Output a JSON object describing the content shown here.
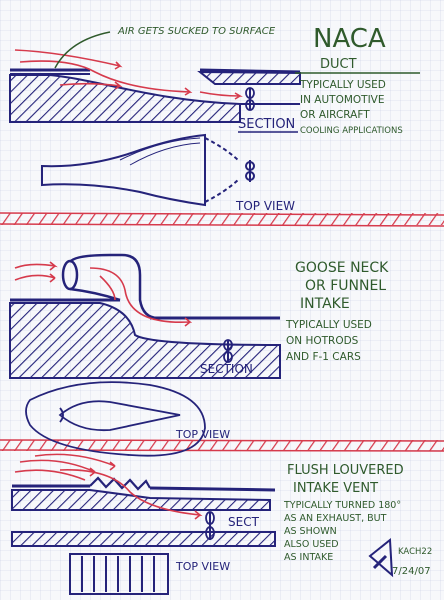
{
  "sections": {
    "naca": {
      "title_line1": "NACA",
      "title_line2": "DUCT",
      "note": "AIR GETS SUCKED TO SURFACE",
      "usage_l1": "TYPICALLY USED",
      "usage_l2": "IN AUTOMOTIVE",
      "usage_l3": "OR AIRCRAFT",
      "usage_l4": "COOLING APPLICATIONS",
      "section_label": "SECTION",
      "topview_label": "TOP VIEW"
    },
    "gooseneck": {
      "title_l1": "GOOSE NECK",
      "title_l2": "OR FUNNEL",
      "title_l3": "INTAKE",
      "usage_l1": "TYPICALLY USED",
      "usage_l2": "ON HOTRODS",
      "usage_l3": "AND F-1 CARS",
      "section_label": "SECTION",
      "topview_label": "TOP VIEW"
    },
    "louvered": {
      "title_l1": "FLUSH LOUVERED",
      "title_l2": "INTAKE VENT",
      "usage_l1": "TYPICALLY TURNED 180°",
      "usage_l2": "AS AN EXHAUST, BUT",
      "usage_l3": "AS SHOWN",
      "usage_l4": "ALSO USED",
      "usage_l5": "AS INTAKE",
      "section_label": "SECT",
      "topview_label": "TOP VIEW",
      "signature": "KACH22",
      "date": "7/24/07"
    }
  },
  "colors": {
    "ink_blue": "#25237a",
    "ink_red": "#d63a4c",
    "ink_green": "#2f5a2c",
    "grid": "#c9cfe6",
    "paper": "#f7f8fb"
  }
}
